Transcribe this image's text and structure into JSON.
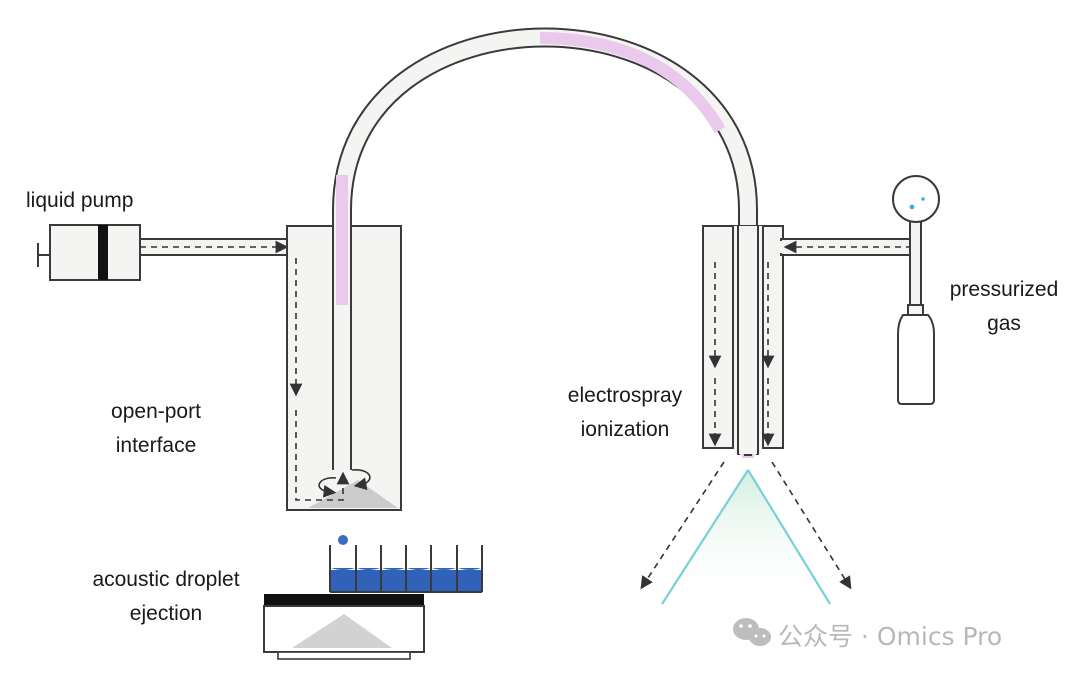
{
  "labels": {
    "liquid_pump": "liquid pump",
    "open_port_line1": "open-port",
    "open_port_line2": "interface",
    "acoustic_line1": "acoustic droplet",
    "acoustic_line2": "ejection",
    "electrospray_line1": "electrospray",
    "electrospray_line2": "ionization",
    "gas_line1": "pressurized",
    "gas_line2": "gas"
  },
  "watermark": {
    "text": "公众号 · Omics Pro",
    "icon": "wechat-icon"
  },
  "colors": {
    "outline": "#3a3a3a",
    "tube_fill": "#f4f5f2",
    "sample_plug": "#e9c9ec",
    "liquid": "#2f62b8",
    "droplet": "#3a6cc4",
    "spray_plume": "#7ad0d8",
    "spray_glow": "#d8f1e6",
    "cone_gray": "#cccccc",
    "gas_dots": "#3ab0d8",
    "watermark": "#b8b8b8"
  }
}
